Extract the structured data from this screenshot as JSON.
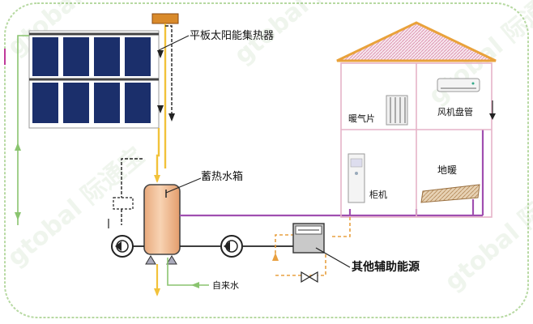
{
  "labels": {
    "collector": "平板太阳能集热器",
    "storage_tank": "蓄热水箱",
    "radiator": "暖气片",
    "fan_coil": "风机盘管",
    "floor_heating": "地暖",
    "cabinet_unit": "柜机",
    "tap_water": "自来水",
    "aux_energy": "其他辅助能源"
  },
  "watermark": "gtobal 际通宝",
  "colors": {
    "frame": "#b7d9a2",
    "panel": "#1b2f6b",
    "hot_pipe": "#f2c23a",
    "cold_pipe": "#8ac46f",
    "loop_pipe": "#a04fb0",
    "circuit": "#333333",
    "roof": "#e9a23b",
    "house": "#e6b3c8",
    "tank": "#f2c49d",
    "aux_dash": "#e8a040"
  }
}
